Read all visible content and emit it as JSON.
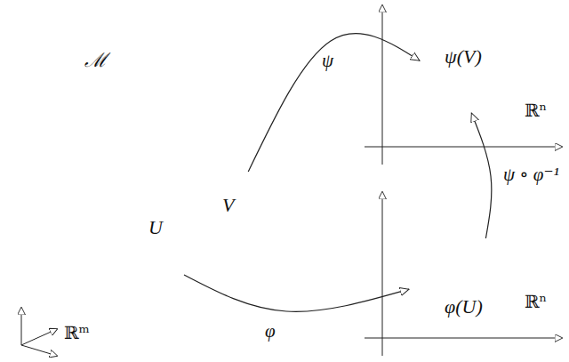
{
  "diagram": {
    "nodes": [
      {
        "text": [
          "ℳ"
        ]
      },
      {
        "text": [
          "U"
        ],
        "in": 0
      },
      {
        "text": [
          "V"
        ],
        "in": 0
      },
      {
        "text": [
          "ψ(V)"
        ]
      },
      {
        "text": [
          "φ(U)"
        ]
      }
    ],
    "edges": [
      {
        "from": 2,
        "to": 3,
        "label": "ψ",
        "arrow": "to"
      },
      {
        "from": 1,
        "to": 4,
        "label": "φ",
        "arrow": "to"
      },
      {
        "from": 4,
        "to": 3,
        "label": "ψ ∘ φ⁻¹",
        "arrow": "to"
      }
    ],
    "labels": [
      "ℝⁿ",
      "ℝⁿ",
      "ℝᵐ"
    ]
  }
}
